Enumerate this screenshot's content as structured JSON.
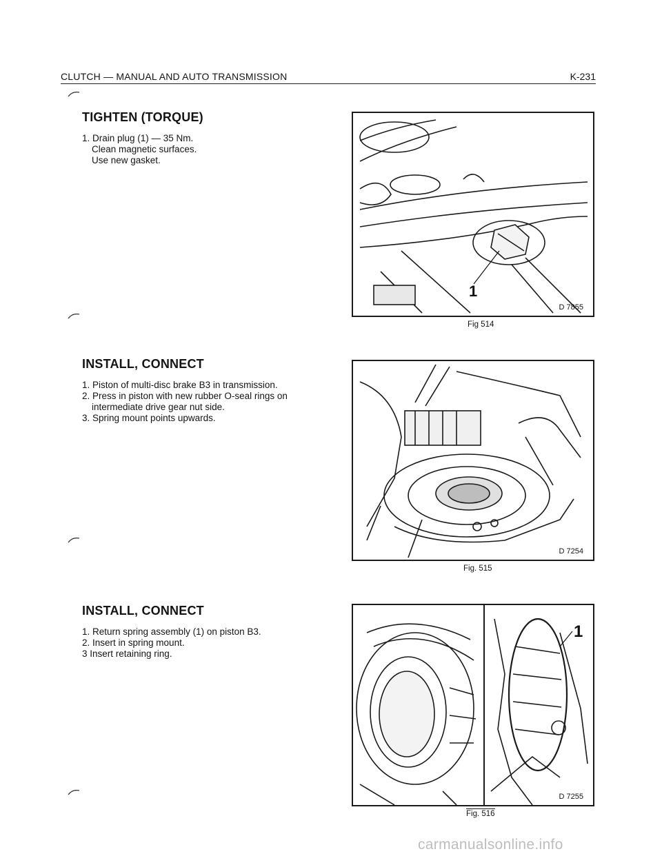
{
  "header": {
    "title": "CLUTCH — MANUAL AND AUTO TRANSMISSION",
    "page_number": "K-231"
  },
  "sections": [
    {
      "heading": "TIGHTEN (TORQUE)",
      "items": [
        "1. Drain plug (1) — 35 Nm.",
        "Clean magnetic surfaces.",
        "Use new gasket."
      ]
    },
    {
      "heading": "INSTALL, CONNECT",
      "items": [
        "1. Piston of multi-disc brake B3 in transmission.",
        "2. Press in piston with new rubber O-seal rings on intermediate drive gear nut side.",
        "3. Spring mount points upwards."
      ]
    },
    {
      "heading": "INSTALL, CONNECT",
      "items": [
        "1. Return spring assembly (1) on piston B3.",
        "2. Insert in spring mount.",
        "3 Insert retaining ring."
      ]
    }
  ],
  "figures": [
    {
      "code": "D 7855",
      "caption": "Fig 514",
      "callout": "1"
    },
    {
      "code": "D 7254",
      "caption": "Fig. 515"
    },
    {
      "code": "D 7255",
      "caption": "Fig. 516",
      "callout": "1"
    }
  ],
  "watermark": "carmanualsonline.info"
}
